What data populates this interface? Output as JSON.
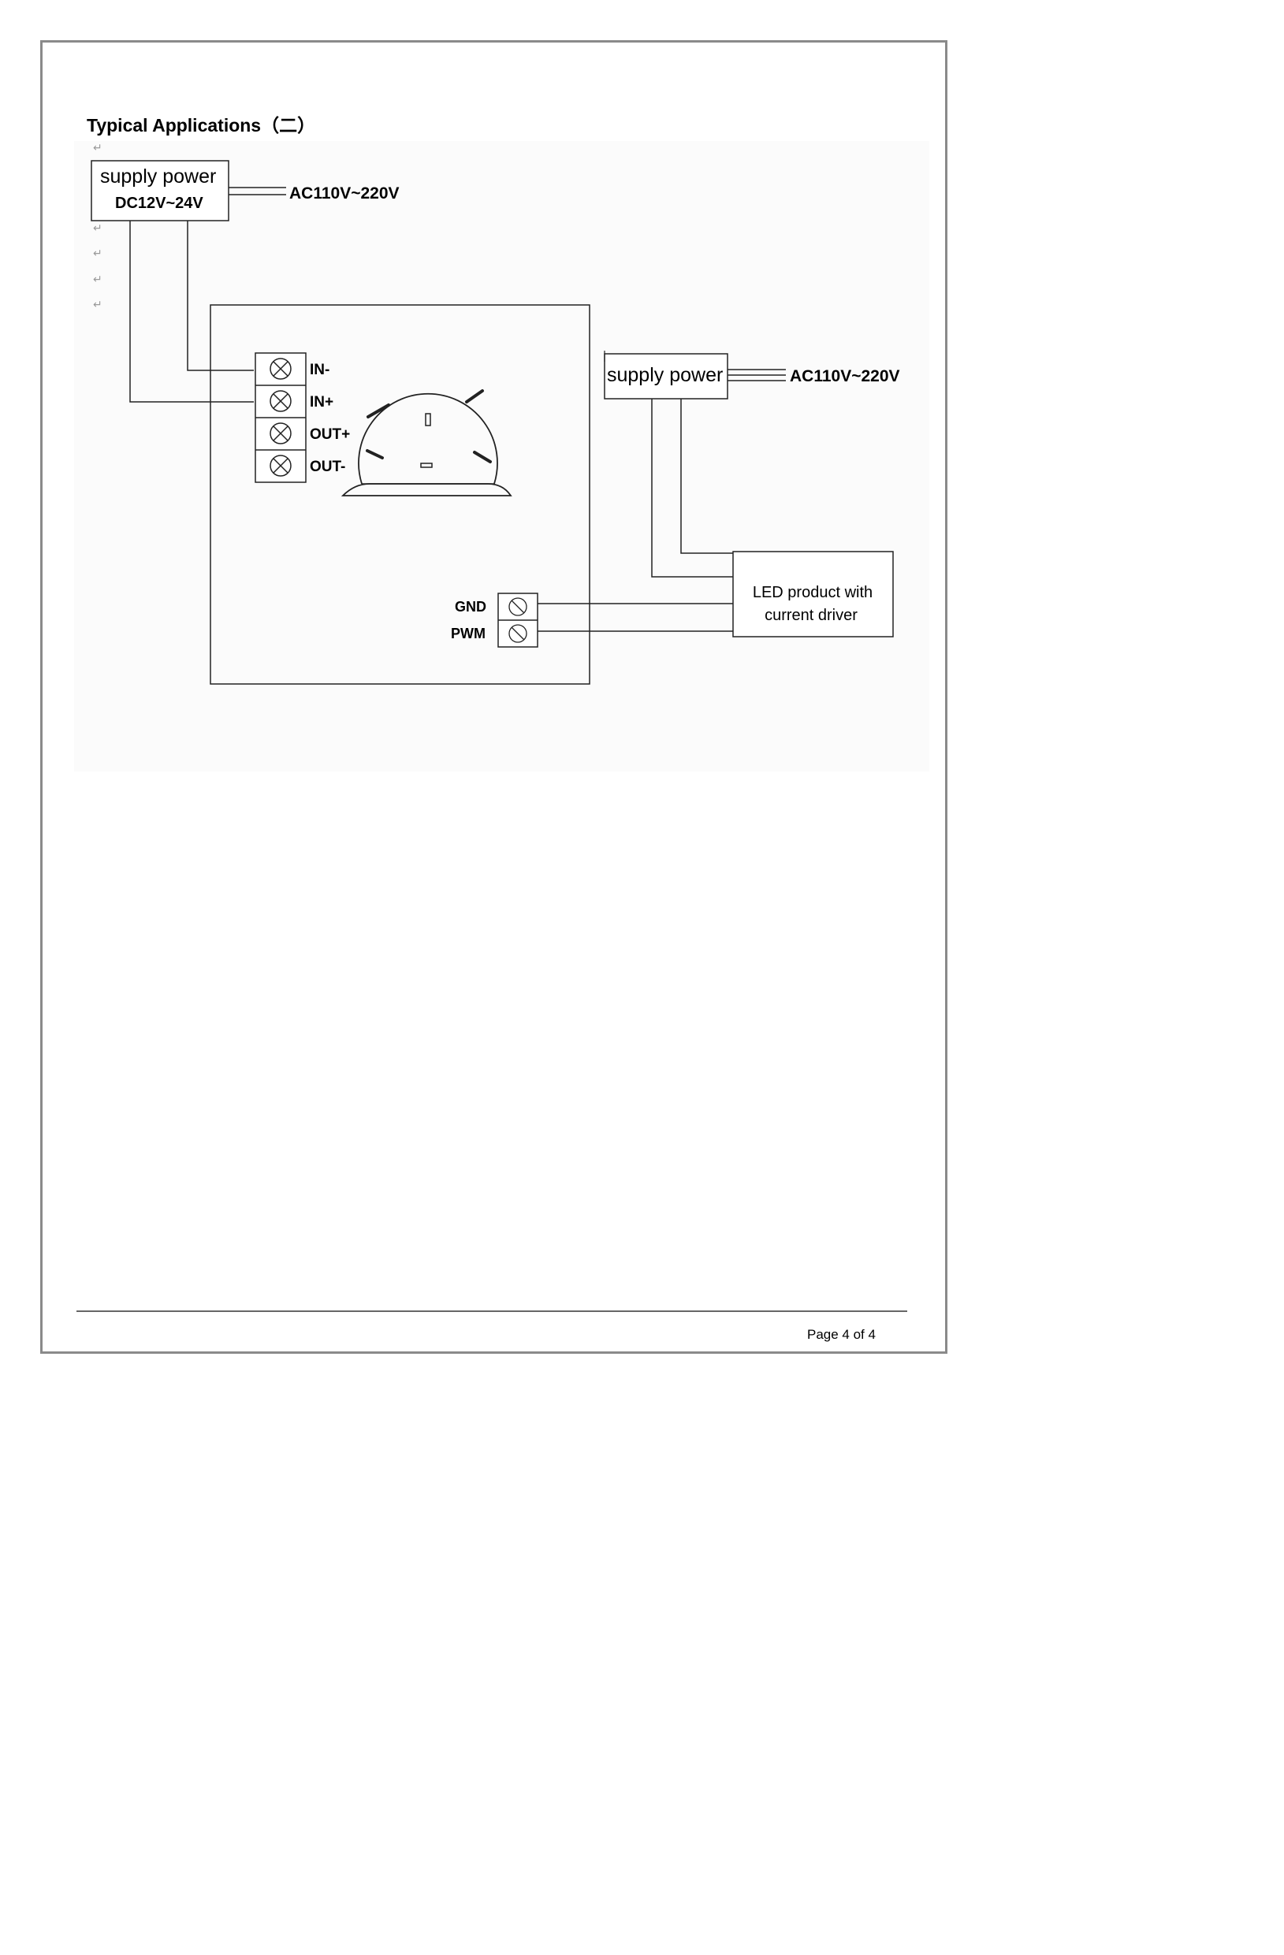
{
  "heading": "Typical Applications（二）",
  "paragraph_mark": "↵",
  "power_supply_1": {
    "title": "supply power",
    "output": "DC12V~24V",
    "input": "AC110V~220V"
  },
  "power_supply_2": {
    "title": "supply power",
    "input": "AC110V~220V"
  },
  "terminals_left": {
    "in_minus": "IN-",
    "in_plus": "IN+",
    "out_plus": "OUT+",
    "out_minus": "OUT-"
  },
  "terminals_right": {
    "gnd": "GND",
    "pwm": "PWM"
  },
  "led_box": {
    "line1": "LED product with",
    "line2": "current driver"
  },
  "footer": {
    "page": "Page 4 of 4"
  },
  "icons": [
    "screw-terminal-icon",
    "dimmer-knob-icon"
  ]
}
